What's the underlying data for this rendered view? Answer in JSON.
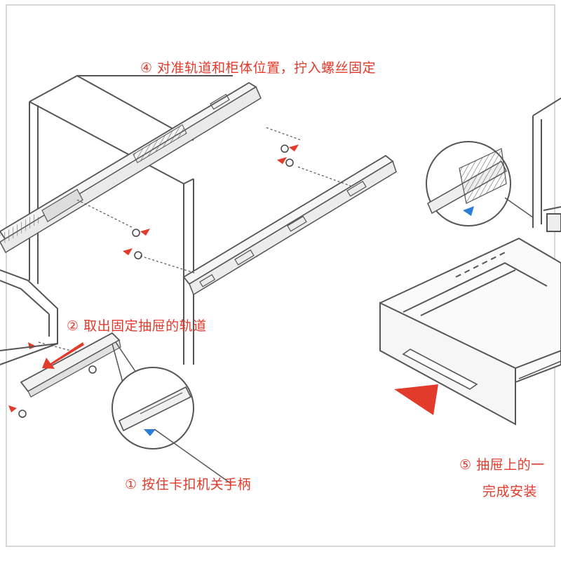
{
  "steps": {
    "step4": "④ 对准轨道和柜体位置，拧入螺丝固定",
    "step2": "② 取出固定抽屉的轨道",
    "step1": "① 按住卡扣机关手柄",
    "step5_line1": "⑤ 抽屉上的一",
    "step5_line2": "完成安装"
  },
  "colors": {
    "annotation": "#e23a2b",
    "line": "#555555",
    "highlight": "#2a7fd4"
  },
  "icons": [
    "screw-icon",
    "arrow-icon",
    "drawer-rail",
    "cabinet",
    "drawer"
  ]
}
